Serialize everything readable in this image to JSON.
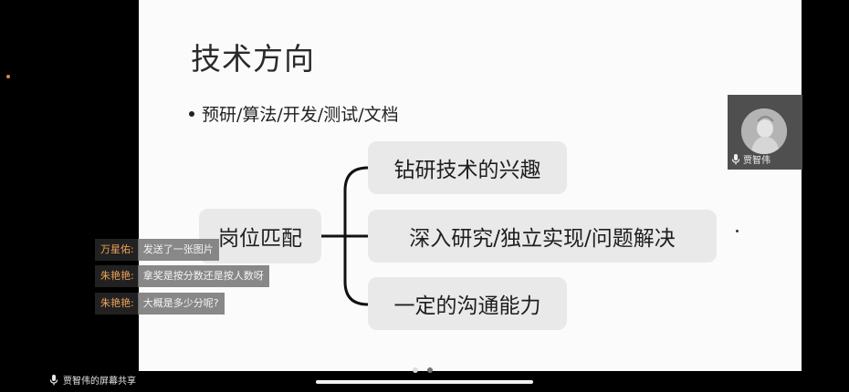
{
  "slide": {
    "title": "技术方向",
    "bullet": "预研/算法/开发/测试/文档",
    "mindmap": {
      "root": "岗位匹配",
      "branches": [
        "钻研技术的兴趣",
        "深入研究/独立实现/问题解决",
        "一定的沟通能力"
      ]
    }
  },
  "video": {
    "participant_name": "贾智伟",
    "mic_icon": "microphone-icon",
    "avatar_icon": "avatar-icon"
  },
  "chat": {
    "messages": [
      {
        "sender": "万星佑:",
        "text": "发送了一张图片"
      },
      {
        "sender": "朱艳艳:",
        "text": "拿奖是按分数还是按人数呀"
      },
      {
        "sender": "朱艳艳:",
        "text": "大概是多少分呢?"
      }
    ]
  },
  "share": {
    "label": "贾智伟的屏幕共享",
    "icon": "microphone-icon"
  },
  "pager": {
    "count": 2,
    "active": 1
  },
  "colors": {
    "slide_bg": "#fbfbfb",
    "node_bg": "#e9e9e9",
    "chat_sender": "#f0a35a",
    "video_tile_bg": "#4f4f4f"
  }
}
